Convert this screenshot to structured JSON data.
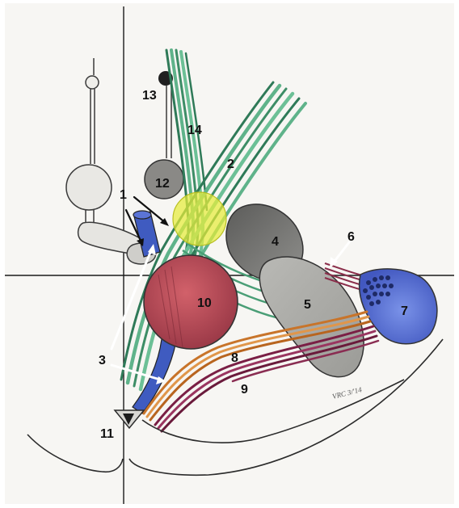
{
  "figure": {
    "labels": {
      "l1": "1",
      "l2": "2",
      "l3": "3",
      "l4": "4",
      "l5": "5",
      "l6": "6",
      "l7": "7",
      "l8": "8",
      "l9": "9",
      "l10": "10",
      "l11": "11",
      "l12": "12",
      "l13": "13",
      "l14": "14"
    },
    "signature": "VRC 3/'14",
    "colors": {
      "paper": "#f7f6f3",
      "pencil": "#2b2b2b",
      "green_muscle": "#5fb38a",
      "gray_mass": "#7d7d7b",
      "red_circle": "#b44a55",
      "blue_structure": "#4a64c8",
      "yellow_highlight": "#e6ec3a",
      "orange_band": "#c8742a",
      "maroon_band": "#7a1f45"
    }
  }
}
